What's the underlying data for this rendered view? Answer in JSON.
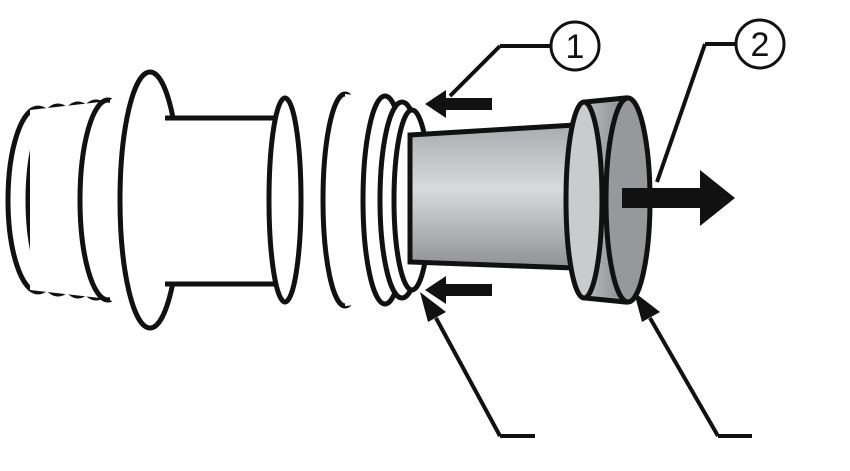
{
  "diagram": {
    "callouts": [
      {
        "label": "1"
      },
      {
        "label": "2"
      }
    ],
    "parts": {
      "fitting": "threaded-fitting",
      "pin": "pull-pin"
    },
    "colors": {
      "outline": "#111111",
      "body_fill": "#ffffff",
      "pin_fill_dark": "#8f9194",
      "pin_fill_light": "#d6d8da",
      "arrow": "#111111"
    }
  }
}
